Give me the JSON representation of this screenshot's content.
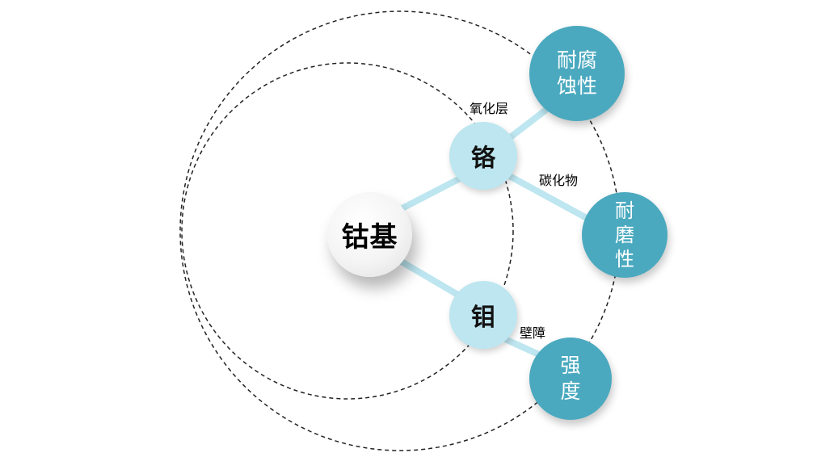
{
  "nodes": {
    "center": "钴基",
    "chromium": "铬",
    "molybdenum": "钼",
    "corrosion_line1": "耐腐",
    "corrosion_line2": "蚀性",
    "wear_line1": "耐",
    "wear_line2": "磨",
    "wear_line3": "性",
    "strength_line1": "强",
    "strength_line2": "度"
  },
  "links": {
    "oxide_layer": "氧化层",
    "carbide": "碳化物",
    "barrier": "壁障"
  },
  "colors": {
    "outer_node": "#4aa9bf",
    "mid_node": "#bde6f0",
    "connector": "#bde6f0",
    "center_node": "#f4f4f4",
    "dashed_ring": "#222222"
  }
}
